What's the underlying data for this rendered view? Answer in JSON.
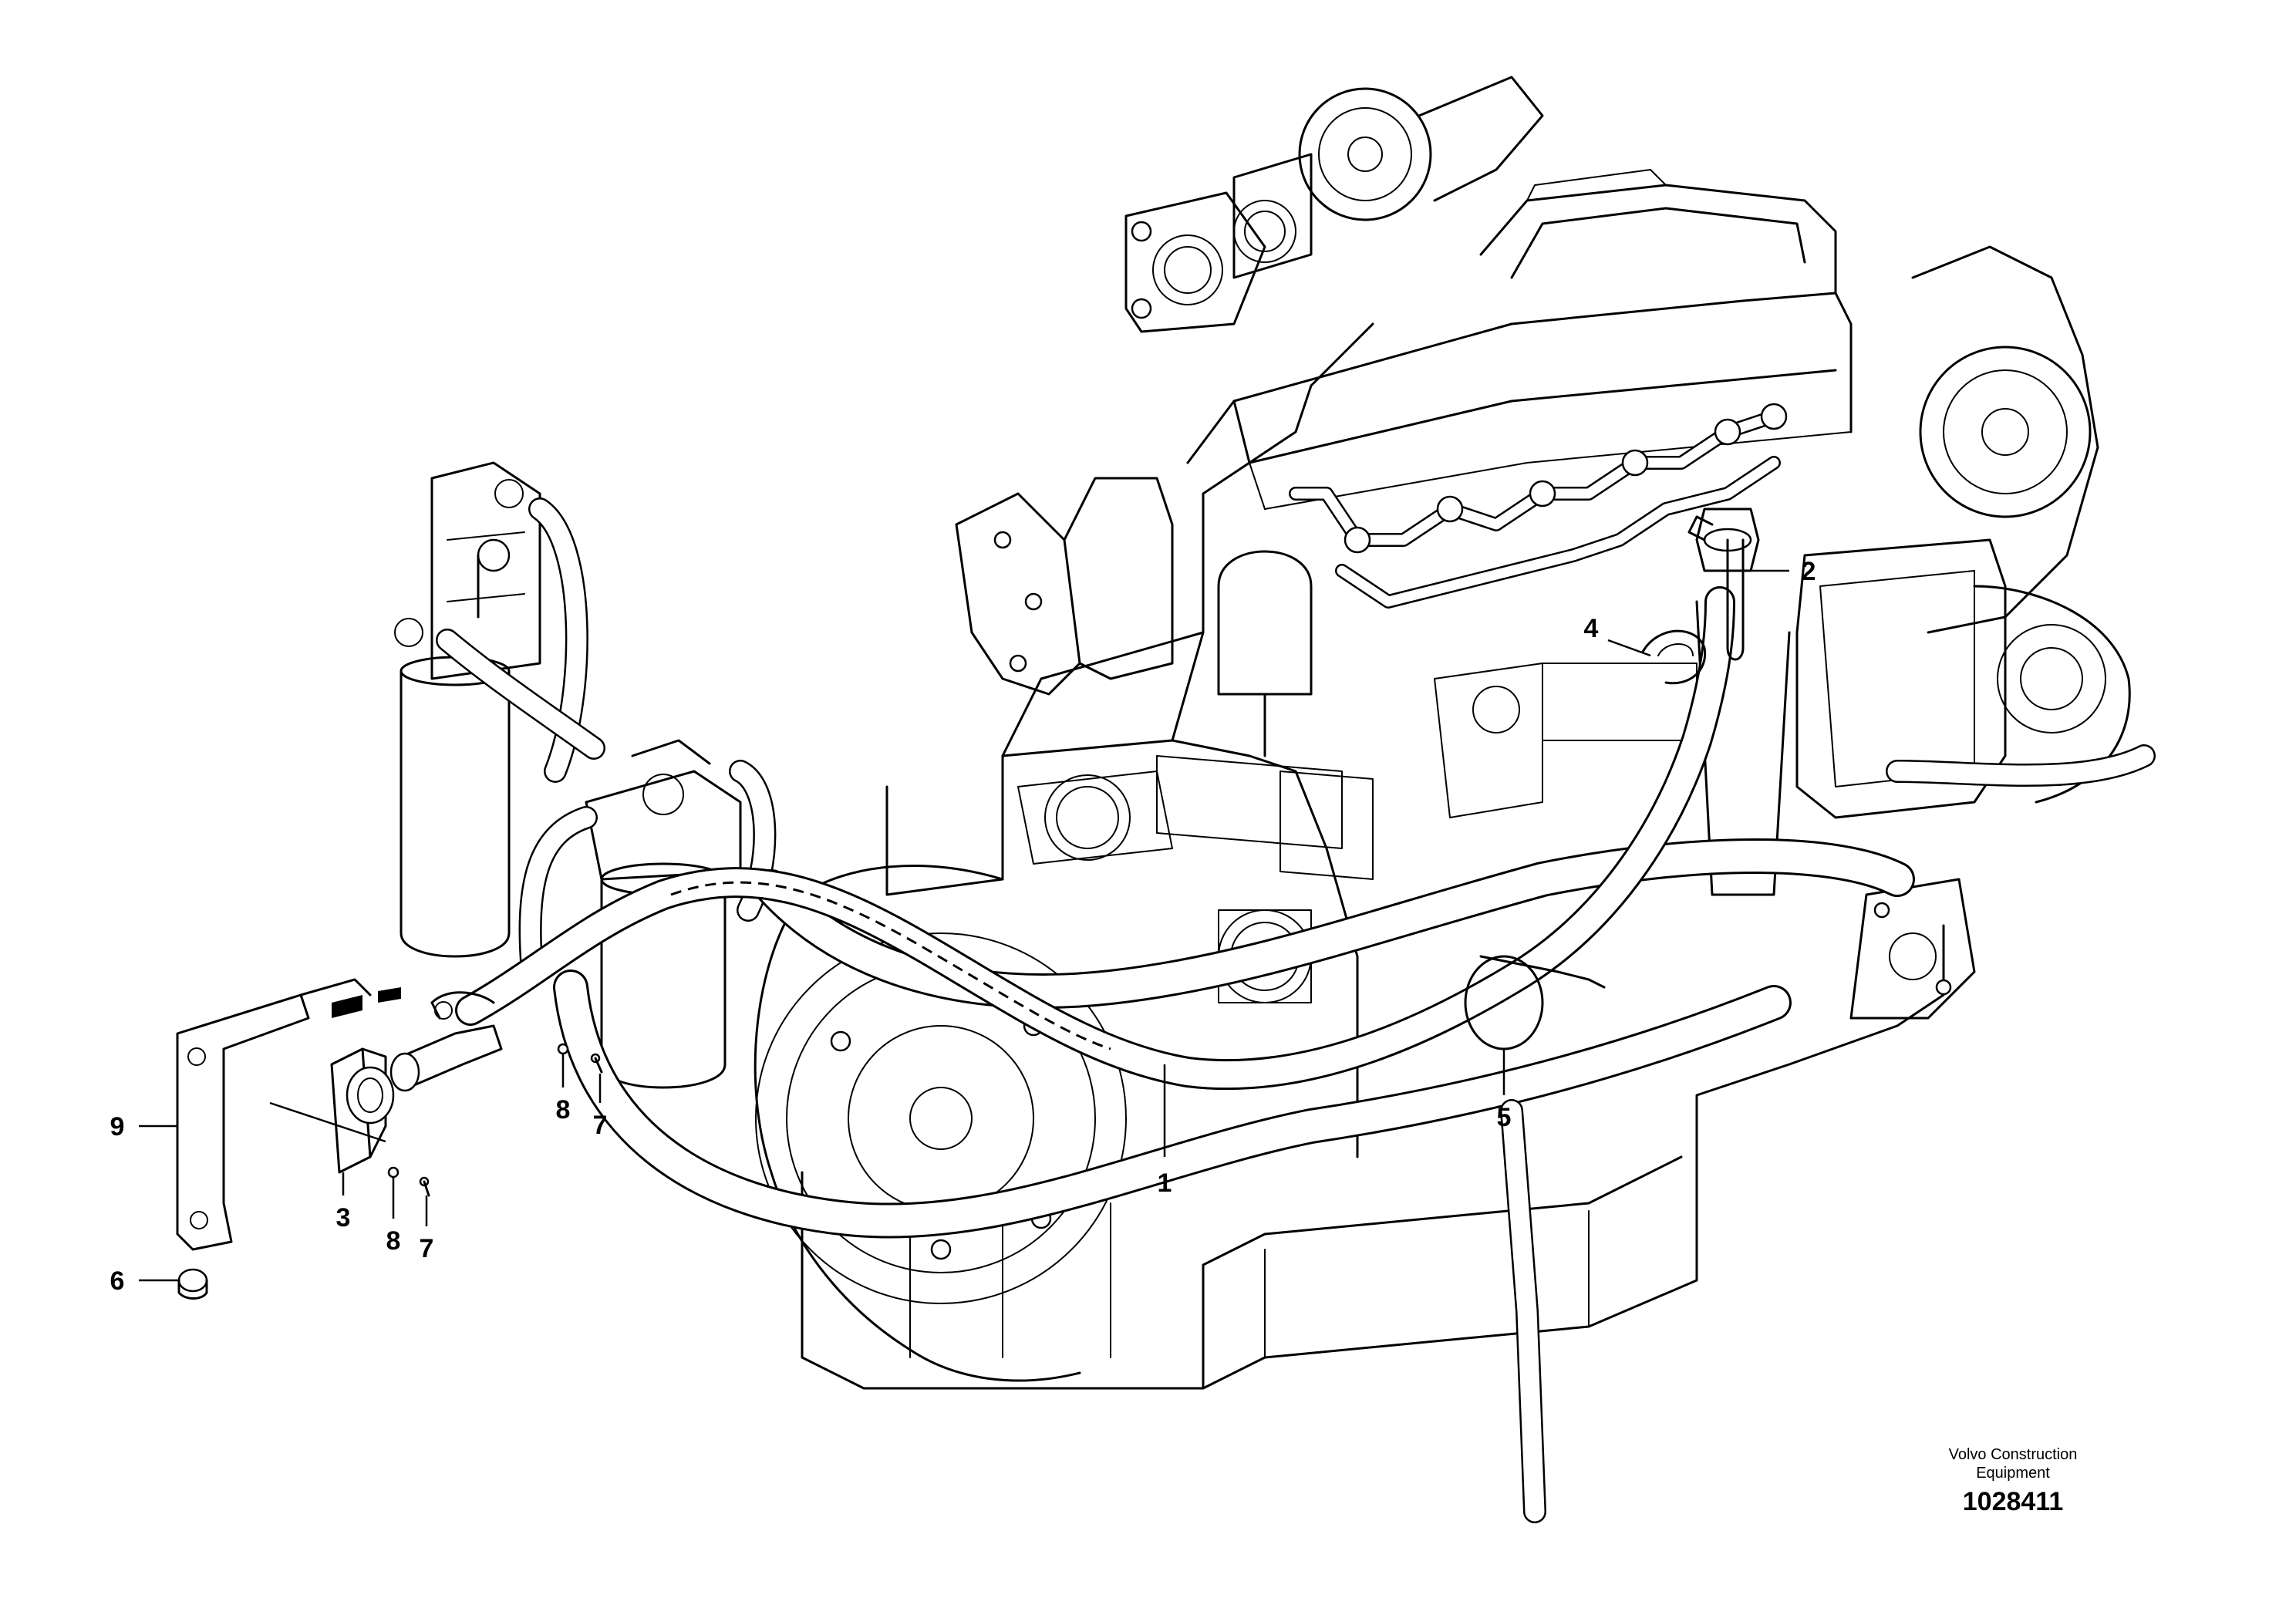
{
  "callouts": {
    "c1": "1",
    "c2": "2",
    "c3": "3",
    "c4": "4",
    "c5": "5",
    "c6": "6",
    "c7a": "7",
    "c7b": "7",
    "c8a": "8",
    "c8b": "8",
    "c9": "9"
  },
  "footer": {
    "brand_line1": "Volvo Construction",
    "brand_line2": "Equipment",
    "document_number": "1028411"
  }
}
